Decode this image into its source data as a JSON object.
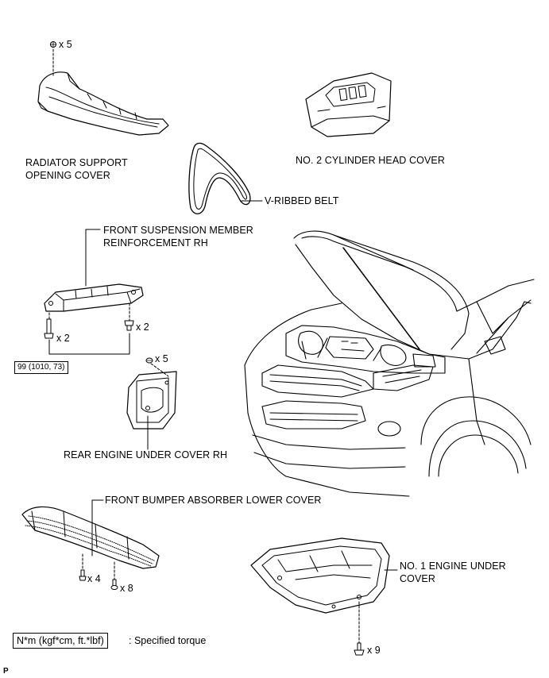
{
  "labels": {
    "radiator_support_1": "RADIATOR SUPPORT",
    "radiator_support_2": "OPENING COVER",
    "cylinder_head_cover": "NO. 2 CYLINDER HEAD COVER",
    "v_ribbed_belt": "V-RIBBED BELT",
    "front_suspension_1": "FRONT SUSPENSION MEMBER",
    "front_suspension_2": "REINFORCEMENT RH",
    "rear_engine_under_cover": "REAR ENGINE UNDER COVER RH",
    "front_bumper_absorber": "FRONT BUMPER ABSORBER LOWER COVER",
    "engine_under_cover_1": "NO. 1 ENGINE UNDER",
    "engine_under_cover_2": "COVER"
  },
  "quantities": {
    "radiator_clips": "x 5",
    "suspension_bolts_left": "x 2",
    "suspension_bolts_right": "x 2",
    "rear_cover_clips": "x 5",
    "bumper_bolts": "x 4",
    "bumper_clips": "x 8",
    "engine_cover_bolts": "x 9"
  },
  "torque": {
    "suspension_spec": "99 (1010, 73)"
  },
  "legend": {
    "unit_box": "N*m (kgf*cm, ft.*lbf)",
    "description": ": Specified torque"
  },
  "corner_mark": "P"
}
